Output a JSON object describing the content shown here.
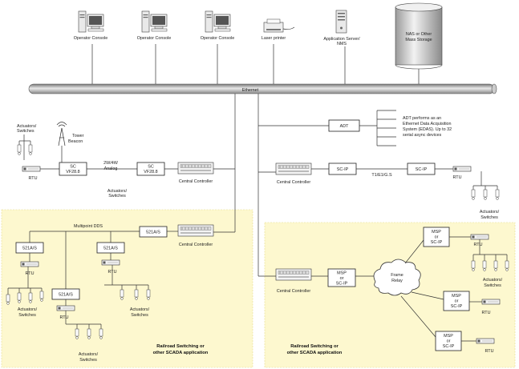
{
  "top": {
    "console1": "Operator Console",
    "console2": "Operator Console",
    "console3": "Operator Console",
    "printer": "Laser printer",
    "app_server_l1": "Application Server/",
    "app_server_l2": "NMS",
    "nas_l1": "NAS or Other",
    "nas_l2": "Mass Storage"
  },
  "ethernet": "Ethernet",
  "left_mid": {
    "actuators_l1": "Actuators/",
    "actuators_l2": "Switches",
    "tower_l1": "Tower",
    "tower_l2": "Beacon",
    "rtu": "RTU",
    "sc1_l1": "SC",
    "sc1_l2": "VF28.8",
    "link_l1": "2W/4W",
    "link_l2": "Analog",
    "sc2_l1": "SC",
    "sc2_l2": "VF28.8",
    "actuators2_l1": "Actuators/",
    "actuators2_l2": "Switches",
    "central": "Central Controller"
  },
  "right_mid": {
    "adt": "ADT",
    "adt_note_l1": "ADT performs as an",
    "adt_note_l2": "Ethernet Data Acquisition",
    "adt_note_l3": "System (EDAS). Up to 32",
    "adt_note_l4": "serial async devices",
    "central": "Central Controller",
    "scip1": "SC-IP",
    "link": "T1/E1/G.S",
    "scip2": "SC-IP",
    "rtu": "RTU",
    "actuators_l1": "Actuators/",
    "actuators_l2": "Switches"
  },
  "left_zone": {
    "multipoint": "Multipoint DDS",
    "box_top": "521A/S",
    "central": "Central Controller",
    "box_a": "521A/S",
    "box_b": "521A/S",
    "box_c": "521A/S",
    "rtu_a": "RTU",
    "rtu_b": "RTU",
    "rtu_c": "RTU",
    "act_a_l1": "Actuators/",
    "act_a_l2": "Switches",
    "act_b_l1": "Actuators/",
    "act_b_l2": "Switches",
    "act_c_l1": "Actuators/",
    "act_c_l2": "Switches",
    "caption_l1": "Railroad Switching or",
    "caption_l2": "other SCADA application"
  },
  "right_zone": {
    "central": "Central Controller",
    "msp_main_l1": "MSP",
    "msp_main_l2": "or",
    "msp_main_l3": "SC-IP",
    "cloud_l1": "Frame",
    "cloud_l2": "Relay",
    "msp1_l1": "MSP",
    "msp1_l2": "or",
    "msp1_l3": "SC-IP",
    "msp2_l1": "MSP",
    "msp2_l2": "or",
    "msp2_l3": "SC-IP",
    "msp3_l1": "MSP",
    "msp3_l2": "or",
    "msp3_l3": "SC-IP",
    "rtu1": "RTU",
    "rtu2": "RTU",
    "rtu3": "RTU",
    "act_l1": "Actuators/",
    "act_l2": "Switches",
    "caption_l1": "Railroad Switching or",
    "caption_l2": "other SCADA application"
  }
}
